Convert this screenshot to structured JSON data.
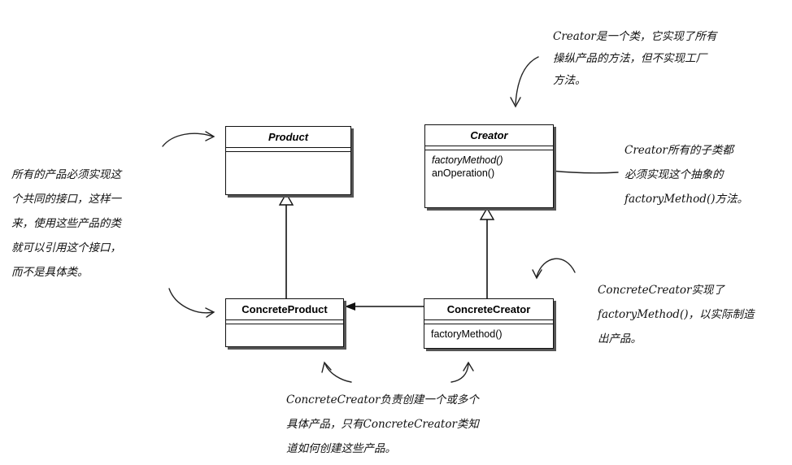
{
  "classes": {
    "product": {
      "name": "Product"
    },
    "creator": {
      "name": "Creator",
      "methods": [
        "factoryMethod()",
        "anOperation()"
      ]
    },
    "concrete_product": {
      "name": "ConcreteProduct"
    },
    "concrete_creator": {
      "name": "ConcreteCreator",
      "methods": [
        "factoryMethod()"
      ]
    }
  },
  "notes": {
    "creator_note": [
      "Creator是一个类，它实现了所有",
      "操纵产品的方法，但不实现工厂",
      "方法。"
    ],
    "product_note": [
      "所有的产品必须实现这",
      "个共同的接口，这样一",
      "来，使用这些产品的类",
      "就可以引用这个接口，",
      "而不是具体类。"
    ],
    "subclass_note": [
      "Creator所有的子类都",
      "必须实现这个抽象的",
      "factoryMethod()方法。"
    ],
    "concrete_creator_note": [
      "ConcreteCreator实现了",
      "factoryMethod()，以实际制造",
      "出产品。"
    ],
    "bottom_note": [
      "ConcreteCreator负责创建一个或多个",
      "具体产品，只有ConcreteCreator类知",
      "道如何创建这些产品。"
    ]
  }
}
